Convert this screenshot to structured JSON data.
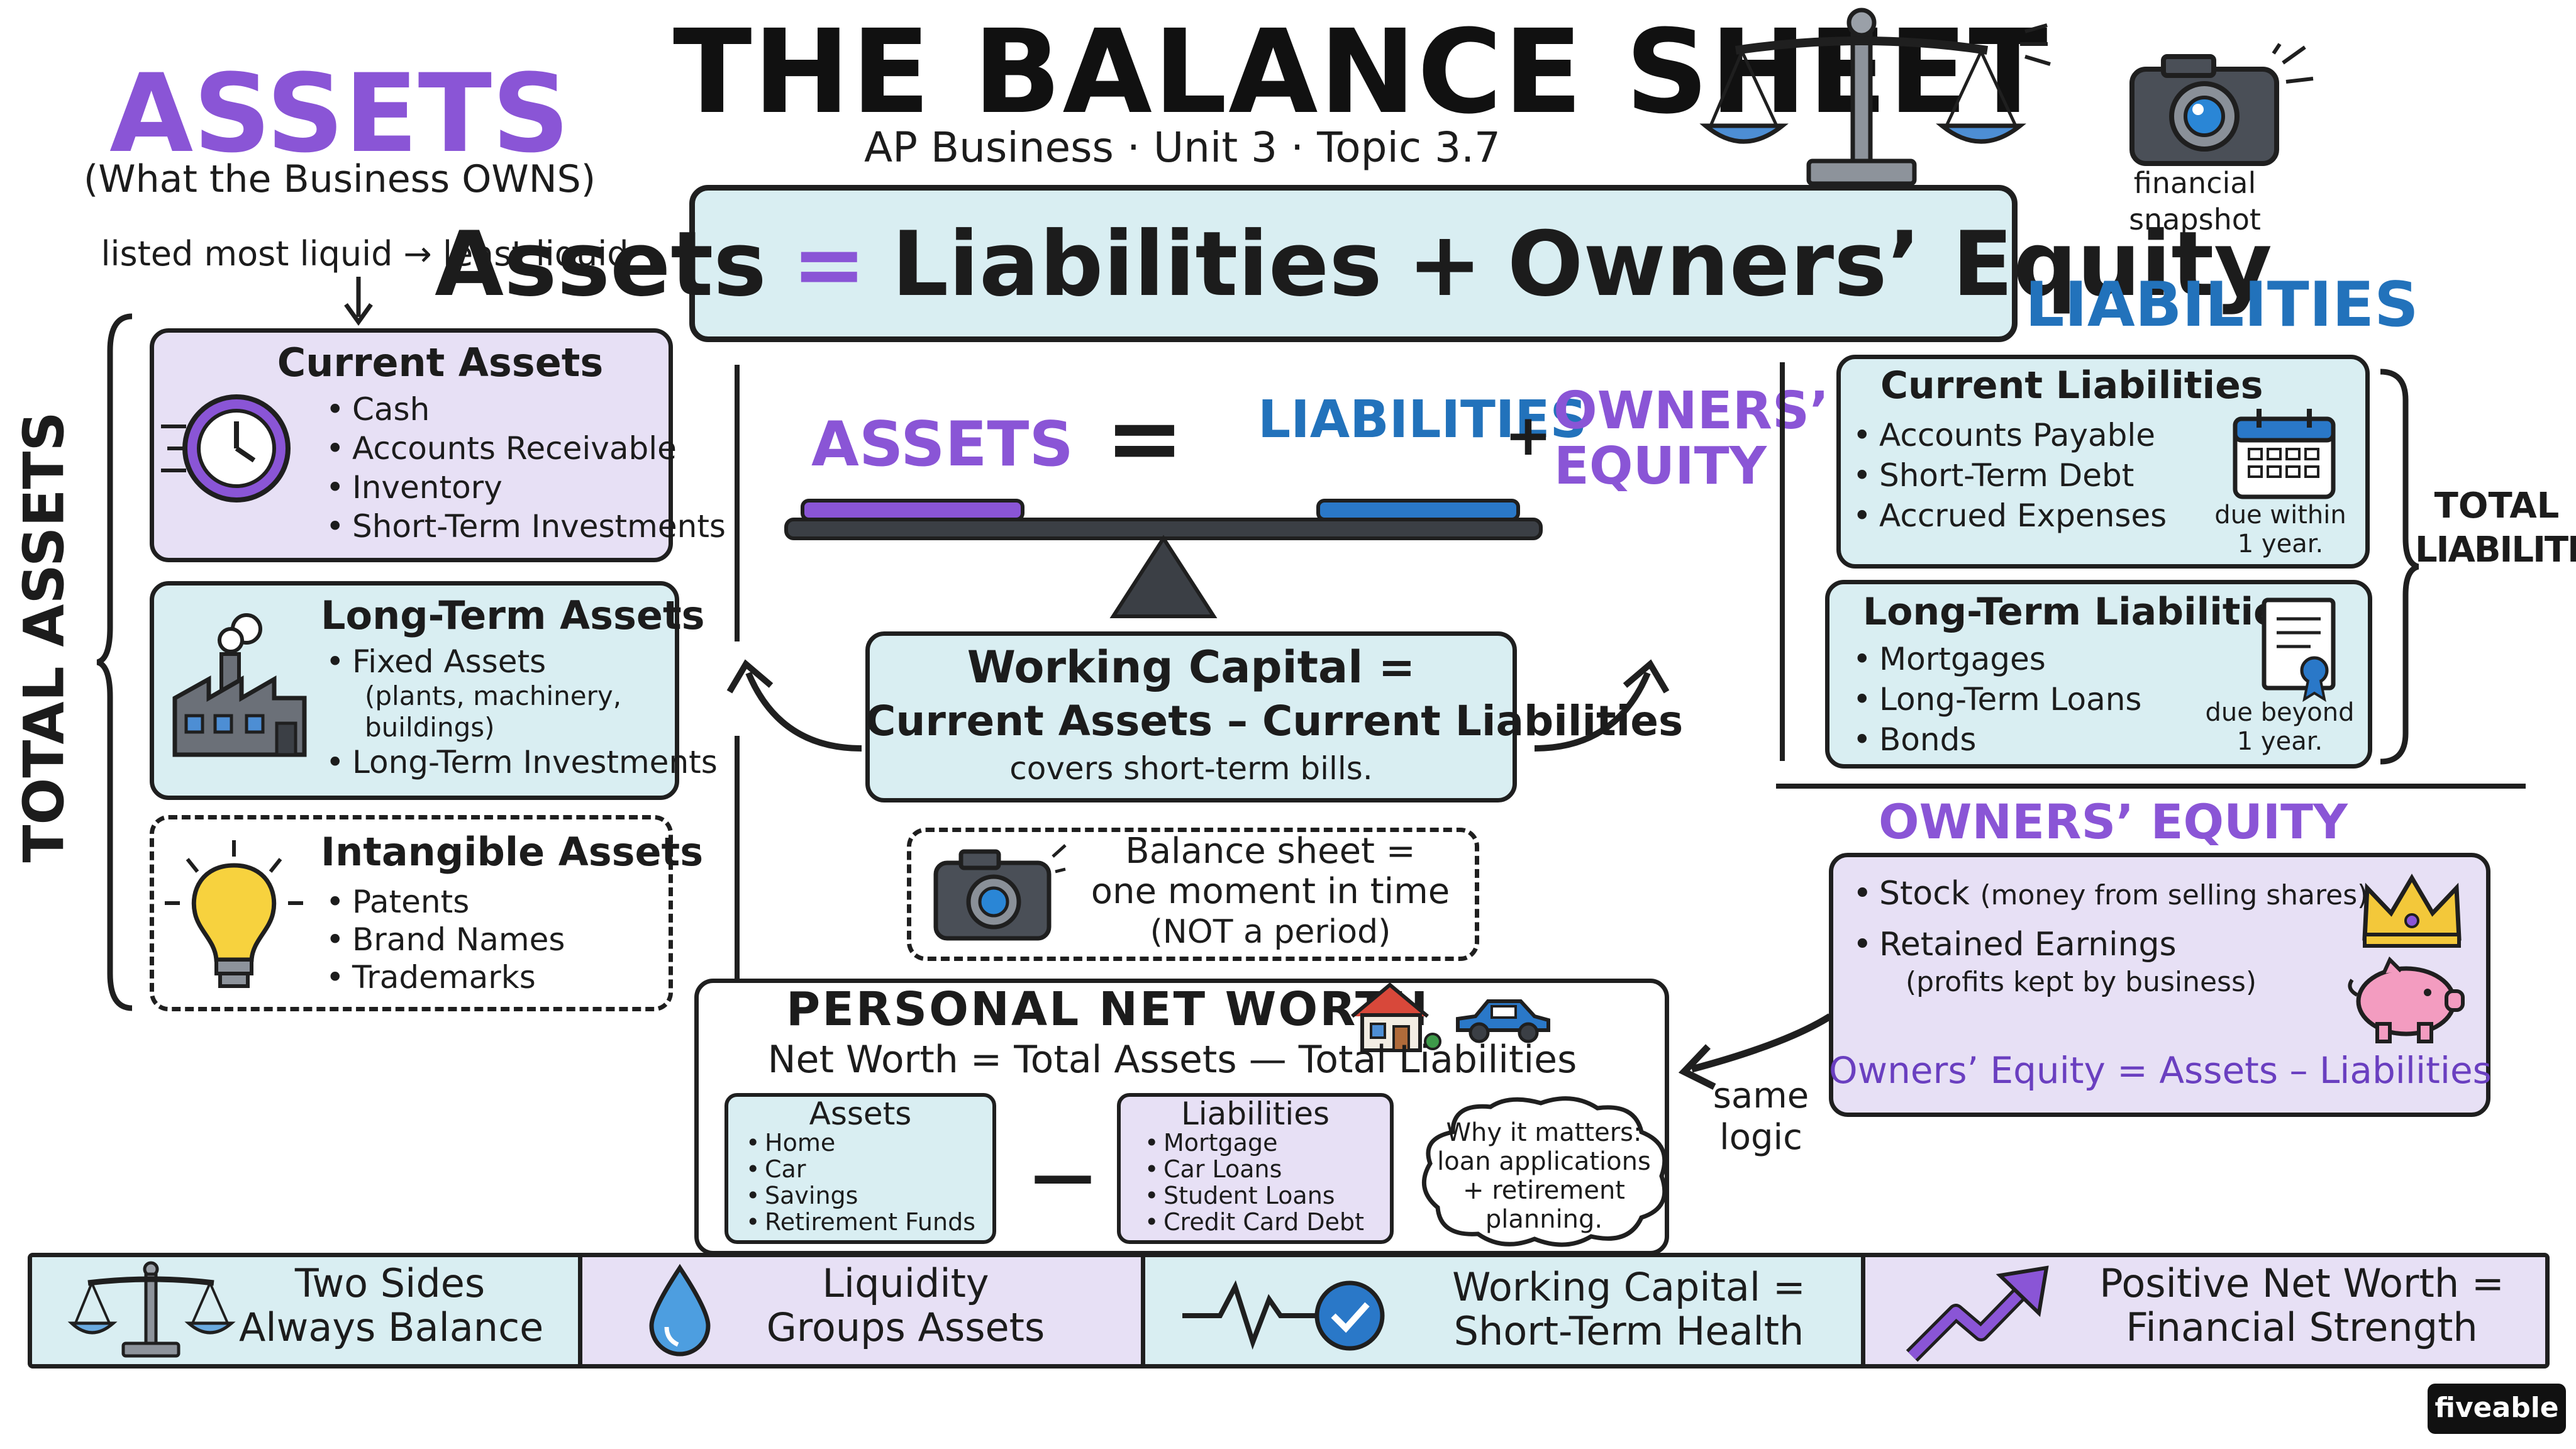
{
  "header": {
    "title": "THE BALANCE SHEET",
    "subtitle": "AP Business · Unit 3 · Topic 3.7",
    "equation": {
      "assets": "Assets",
      "equals": "=",
      "liabilities": "Liabilities",
      "plus": "+",
      "equity": "Owners’ Equity"
    },
    "snapshot_label_1": "financial",
    "snapshot_label_2": "snapshot"
  },
  "assets": {
    "heading": "ASSETS",
    "subheading": "(What the Business OWNS)",
    "order_note": "listed most liquid → least liquid",
    "total_label": "TOTAL ASSETS",
    "current": {
      "title": "Current Assets",
      "items": [
        "Cash",
        "Accounts Receivable",
        "Inventory",
        "Short-Term Investments"
      ]
    },
    "long_term": {
      "title": "Long-Term Assets",
      "item1": "Fixed Assets",
      "item1_detail_1": "(plants, machinery,",
      "item1_detail_2": "buildings)",
      "item2": "Long-Term Investments"
    },
    "intangible": {
      "title": "Intangible Assets",
      "items": [
        "Patents",
        "Brand Names",
        "Trademarks"
      ]
    }
  },
  "center": {
    "assets_label": "ASSETS",
    "equals": "=",
    "liabilities_label": "LIABILITIES",
    "plus": "+",
    "equity_label_1": "OWNERS’",
    "equity_label_2": "EQUITY",
    "working_capital": {
      "line1": "Working Capital =",
      "line2": "Current Assets – Current Liabilities",
      "line3": "covers short-term bills."
    },
    "moment": {
      "line1": "Balance sheet =",
      "line2": "one moment in time",
      "line3": "(NOT a period)"
    }
  },
  "net_worth": {
    "title": "PERSONAL NET WORTH",
    "formula": "Net Worth = Total Assets — Total Liabilities",
    "assets": {
      "title": "Assets",
      "items": [
        "Home",
        "Car",
        "Savings",
        "Retirement Funds"
      ]
    },
    "minus": "—",
    "liabilities": {
      "title": "Liabilities",
      "items": [
        "Mortgage",
        "Car Loans",
        "Student Loans",
        "Credit Card Debt"
      ]
    },
    "why": {
      "line1": "Why it matters:",
      "line2": "loan applications",
      "line3": "+ retirement",
      "line4": "planning."
    }
  },
  "liabilities": {
    "heading": "LIABILITIES",
    "total_label_1": "TOTAL",
    "total_label_2": "LIABILITIES",
    "current": {
      "title": "Current Liabilities",
      "items": [
        "Accounts Payable",
        "Short-Term Debt",
        "Accrued Expenses"
      ],
      "note_1": "due within",
      "note_2": "1 year."
    },
    "long_term": {
      "title": "Long-Term Liabilities",
      "items": [
        "Mortgages",
        "Long-Term Loans",
        "Bonds"
      ],
      "note_1": "due beyond",
      "note_2": "1 year."
    }
  },
  "equity": {
    "heading": "OWNERS’ EQUITY",
    "stock": "Stock",
    "stock_detail": "(money from selling shares)",
    "retained": "Retained Earnings",
    "retained_detail": "(profits kept by business)",
    "formula": "Owners’ Equity = Assets – Liabilities",
    "same_logic_1": "same",
    "same_logic_2": "logic"
  },
  "footer": {
    "items": [
      {
        "line1": "Two Sides",
        "line2": "Always Balance"
      },
      {
        "line1": "Liquidity",
        "line2": "Groups Assets"
      },
      {
        "line1": "Working Capital =",
        "line2": "Short-Term Health"
      },
      {
        "line1": "Positive Net Worth =",
        "line2": "Financial Strength"
      }
    ]
  },
  "brand": "fiveable",
  "colors": {
    "purple": "#8a55d6",
    "blue": "#2272bb",
    "purple_fill": "#e7e0f5",
    "teal_fill": "#d9eef2"
  }
}
